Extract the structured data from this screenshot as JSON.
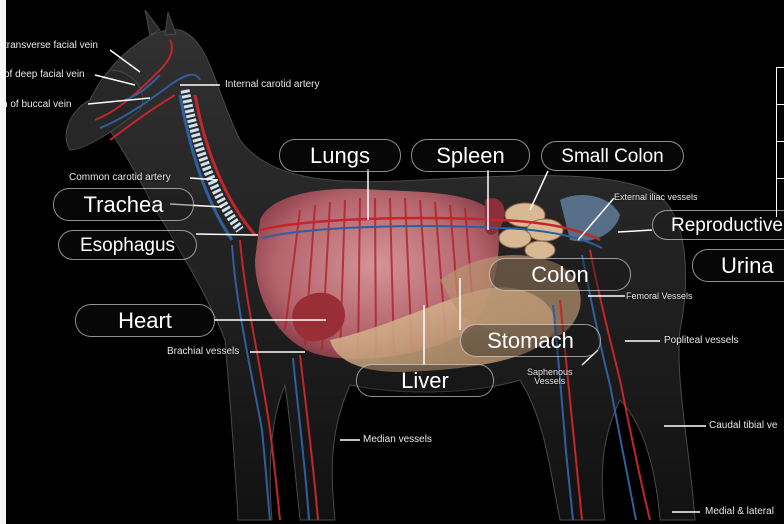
{
  "organ_labels": {
    "lungs": "Lungs",
    "spleen": "Spleen",
    "small_colon": "Small Colon",
    "trachea": "Trachea",
    "esophagus": "Esophagus",
    "reproductive": "Reproductive",
    "urinary": "Urina",
    "colon": "Colon",
    "heart": "Heart",
    "stomach": "Stomach",
    "liver": "Liver"
  },
  "vessel_labels": {
    "transverse_facial_vein": "transverse facial vein",
    "deep_facial_vein": "of deep facial vein",
    "buccal_vein": "n of buccal vein",
    "internal_carotid_artery": "Internal carotid artery",
    "common_carotid_artery": "Common carotid artery",
    "external_iliac_vessels": "External iliac vessels",
    "femoral_vessels": "Femoral Vessels",
    "brachial_vessels": "Brachial vessels",
    "popliteal_vessels": "Popliteal vessels",
    "saphenous_vessels": "Saphenous\nVessels",
    "median_vessels": "Median vessels",
    "caudal_tibial": "Caudal tibial ve",
    "medial_lateral": "Medial & lateral"
  },
  "colors": {
    "background": "#000000",
    "lung_tissue": "#c9707a",
    "artery": "#c0262c",
    "vein": "#2f5f9e",
    "intestine": "#d9b58a",
    "body_silhouette": "#2a2a2a"
  }
}
